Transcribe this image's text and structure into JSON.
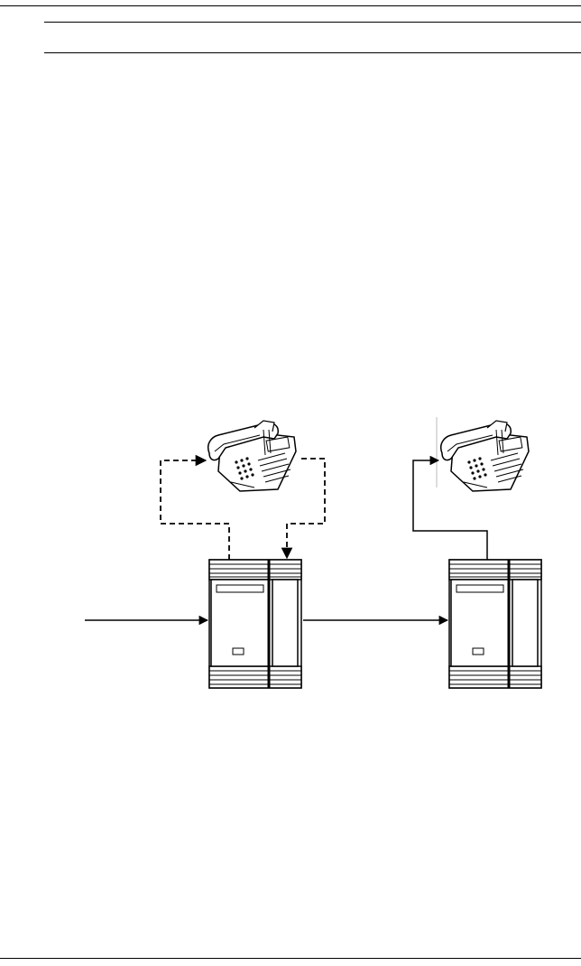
{
  "page": {
    "header_text": "",
    "footer_text": ""
  },
  "diagram": {
    "nodes": [
      {
        "id": "telephone-left",
        "kind": "telephone"
      },
      {
        "id": "telephone-right",
        "kind": "telephone"
      },
      {
        "id": "system-left",
        "kind": "key-system-cabinet"
      },
      {
        "id": "system-right",
        "kind": "key-system-cabinet"
      }
    ],
    "edges": [
      {
        "id": "incoming-line",
        "from": "outside",
        "to": "system-left",
        "style": "solid"
      },
      {
        "id": "link-systems",
        "from": "system-left",
        "to": "system-right",
        "style": "solid"
      },
      {
        "id": "ring-to-left-phone",
        "from": "system-left",
        "to": "telephone-left",
        "style": "dashed"
      },
      {
        "id": "left-phone-return",
        "from": "telephone-left",
        "to": "system-left",
        "style": "dashed"
      },
      {
        "id": "ring-to-right-phone",
        "from": "system-right",
        "to": "telephone-right",
        "style": "solid"
      }
    ],
    "colors": {
      "line": "#000000",
      "background": "#ffffff"
    }
  }
}
